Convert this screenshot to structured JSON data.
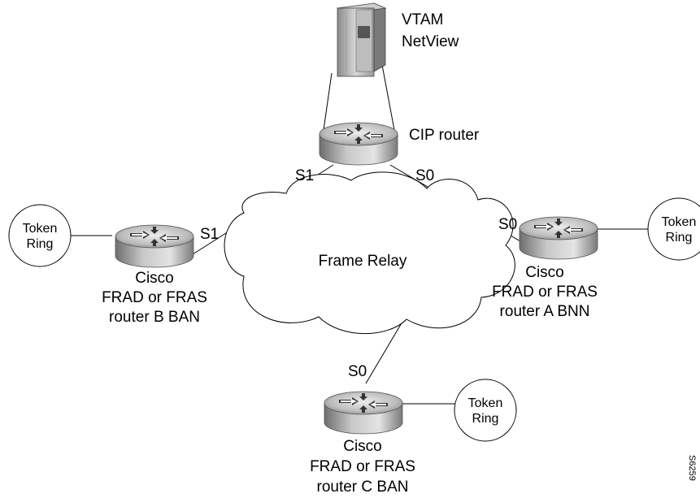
{
  "mainframe": {
    "line1": "VTAM",
    "line2": "NetView"
  },
  "cip_router": {
    "label": "CIP router"
  },
  "cloud": {
    "label": "Frame Relay"
  },
  "interfaces": {
    "cip_s1": "S1",
    "cip_s0": "S0",
    "router_b_s1": "S1",
    "router_a_s0": "S0",
    "router_c_s0": "S0"
  },
  "router_b": {
    "line1": "Cisco",
    "line2": "FRAD or FRAS",
    "line3": "router B BAN"
  },
  "router_a": {
    "line1": "Cisco",
    "line2": "FRAD or FRAS",
    "line3": "router A BNN"
  },
  "router_c": {
    "line1": "Cisco",
    "line2": "FRAD or FRAS",
    "line3": "router C BAN"
  },
  "token_ring_left": {
    "line1": "Token",
    "line2": "Ring"
  },
  "token_ring_right": {
    "line1": "Token",
    "line2": "Ring"
  },
  "token_ring_bottom": {
    "line1": "Token",
    "line2": "Ring"
  },
  "figure_id": "S6259"
}
